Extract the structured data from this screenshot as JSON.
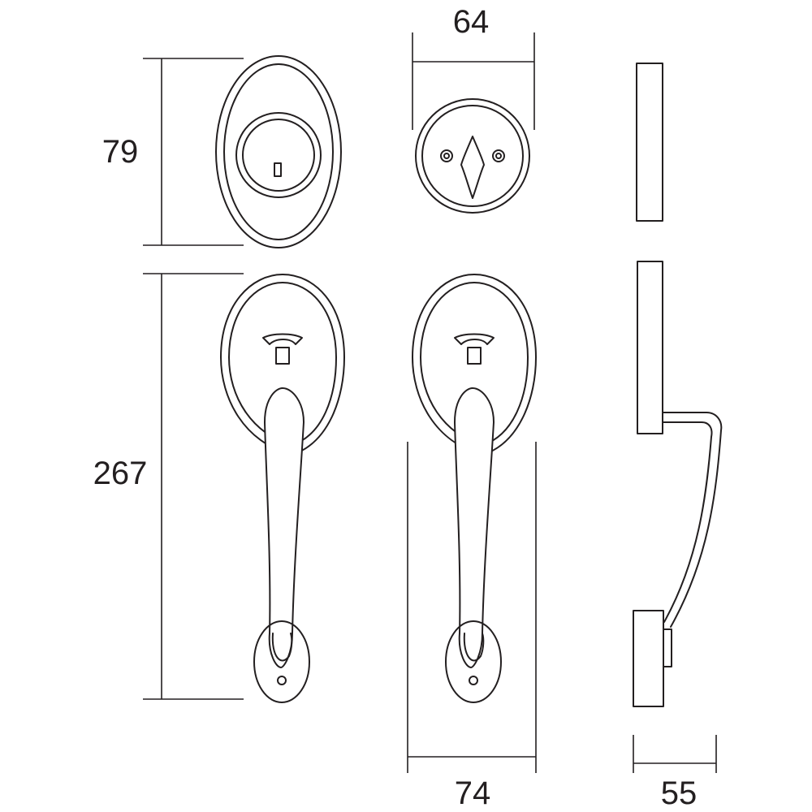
{
  "dimensions": {
    "deadbolt_height": "79",
    "deadbolt_width": "64",
    "handleset_height": "267",
    "handleset_width": "74",
    "projection": "55"
  },
  "colors": {
    "line": "#231f20",
    "background": "#ffffff"
  }
}
